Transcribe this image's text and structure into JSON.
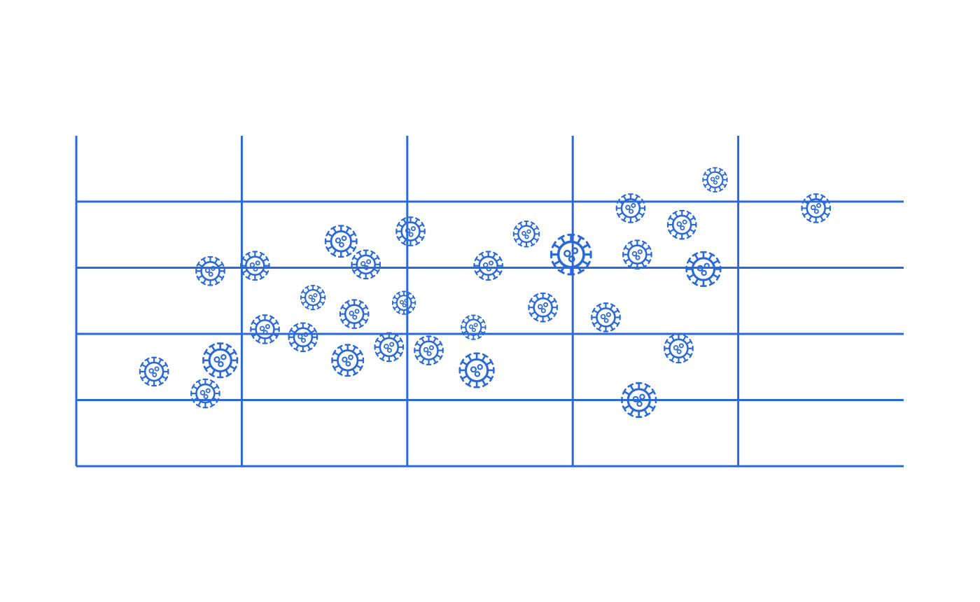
{
  "chart_data": {
    "type": "scatter",
    "title": "",
    "xlabel": "",
    "ylabel": "",
    "grid": true,
    "legend": "none",
    "marker": "virus-icon",
    "colors": {
      "accent": "#2a6ad8"
    },
    "xlim": [
      0,
      5
    ],
    "ylim": [
      0,
      5
    ],
    "points": [
      {
        "x": 0.47,
        "y": 1.43,
        "size": 1.0
      },
      {
        "x": 0.78,
        "y": 1.1,
        "size": 1.0
      },
      {
        "x": 0.87,
        "y": 1.6,
        "size": 1.2
      },
      {
        "x": 0.81,
        "y": 2.95,
        "size": 1.0
      },
      {
        "x": 1.08,
        "y": 3.03,
        "size": 1.0
      },
      {
        "x": 1.14,
        "y": 2.07,
        "size": 1.0
      },
      {
        "x": 1.37,
        "y": 1.95,
        "size": 1.0
      },
      {
        "x": 1.43,
        "y": 2.55,
        "size": 0.85
      },
      {
        "x": 1.6,
        "y": 3.4,
        "size": 1.1
      },
      {
        "x": 1.64,
        "y": 1.6,
        "size": 1.1
      },
      {
        "x": 1.68,
        "y": 2.3,
        "size": 1.0
      },
      {
        "x": 1.75,
        "y": 3.05,
        "size": 1.0
      },
      {
        "x": 1.89,
        "y": 1.8,
        "size": 1.0
      },
      {
        "x": 2.02,
        "y": 3.55,
        "size": 1.0
      },
      {
        "x": 1.98,
        "y": 2.47,
        "size": 0.8
      },
      {
        "x": 2.13,
        "y": 1.75,
        "size": 1.0
      },
      {
        "x": 2.4,
        "y": 2.1,
        "size": 0.85
      },
      {
        "x": 2.42,
        "y": 1.45,
        "size": 1.2
      },
      {
        "x": 2.49,
        "y": 3.03,
        "size": 1.0
      },
      {
        "x": 2.72,
        "y": 3.51,
        "size": 0.9
      },
      {
        "x": 2.82,
        "y": 2.4,
        "size": 1.0
      },
      {
        "x": 2.99,
        "y": 3.2,
        "size": 1.4
      },
      {
        "x": 3.2,
        "y": 2.25,
        "size": 1.0
      },
      {
        "x": 3.35,
        "y": 3.9,
        "size": 1.0
      },
      {
        "x": 3.39,
        "y": 3.2,
        "size": 1.0
      },
      {
        "x": 3.4,
        "y": 1.0,
        "size": 1.2
      },
      {
        "x": 3.66,
        "y": 3.65,
        "size": 1.0
      },
      {
        "x": 3.64,
        "y": 1.78,
        "size": 1.0
      },
      {
        "x": 3.79,
        "y": 2.98,
        "size": 1.2
      },
      {
        "x": 3.86,
        "y": 4.33,
        "size": 0.85
      },
      {
        "x": 4.47,
        "y": 3.9,
        "size": 1.0
      }
    ]
  }
}
